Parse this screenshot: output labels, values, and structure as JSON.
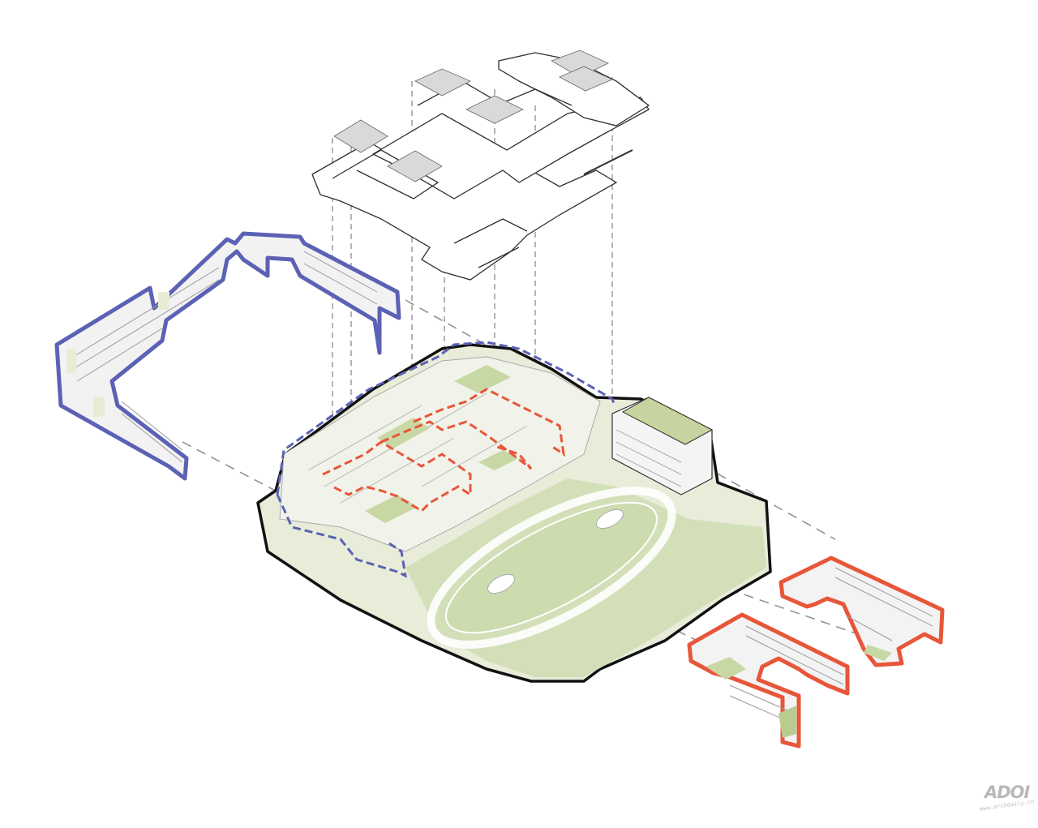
{
  "diagram": {
    "layers": [
      {
        "id": "roof-plan-wireframe",
        "outline": "#333333"
      },
      {
        "id": "blue-wing",
        "outline": "#5b62b5"
      },
      {
        "id": "site-base",
        "outline": "#111111",
        "fill": "#d3dfb8"
      },
      {
        "id": "red-wings",
        "outline": "#e8563a"
      }
    ],
    "connector_style": "dashed",
    "connector_color": "#888888"
  },
  "watermark": {
    "logo_text": "ADOI",
    "sub_text": "www.archdaily.cn",
    "color": "#b9b9b9"
  }
}
